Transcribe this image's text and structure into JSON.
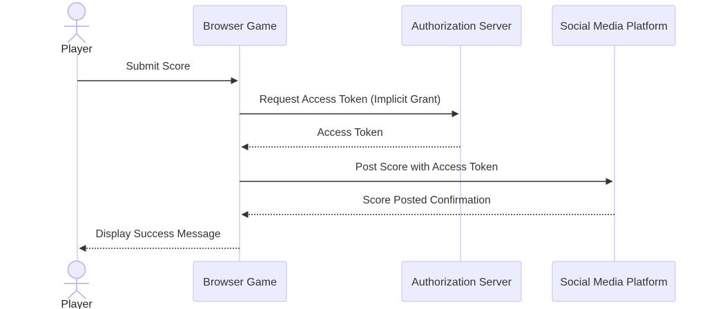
{
  "diagram": {
    "type": "sequence",
    "participants": [
      {
        "label": "Player",
        "kind": "actor"
      },
      {
        "label": "Browser Game",
        "kind": "participant"
      },
      {
        "label": "Authorization Server",
        "kind": "participant"
      },
      {
        "label": "Social Media Platform",
        "kind": "participant"
      }
    ],
    "messages": [
      {
        "from": "Player",
        "to": "Browser Game",
        "label": "Submit Score",
        "line": "solid"
      },
      {
        "from": "Browser Game",
        "to": "Authorization Server",
        "label": "Request Access Token (Implicit Grant)",
        "line": "solid"
      },
      {
        "from": "Authorization Server",
        "to": "Browser Game",
        "label": "Access Token",
        "line": "dashed"
      },
      {
        "from": "Browser Game",
        "to": "Social Media Platform",
        "label": "Post Score with Access Token",
        "line": "solid"
      },
      {
        "from": "Social Media Platform",
        "to": "Browser Game",
        "label": "Score Posted Confirmation",
        "line": "dashed"
      },
      {
        "from": "Browser Game",
        "to": "Player",
        "label": "Display Success Message",
        "line": "dashed"
      }
    ],
    "colors": {
      "participant_fill": "#ECECFF",
      "participant_border": "#c9c0ea",
      "lifeline": "#d6ccf0",
      "actor_stroke": "#c3b5e8",
      "message_line": "#333333",
      "text": "#333333",
      "background": "#ffffff"
    }
  }
}
